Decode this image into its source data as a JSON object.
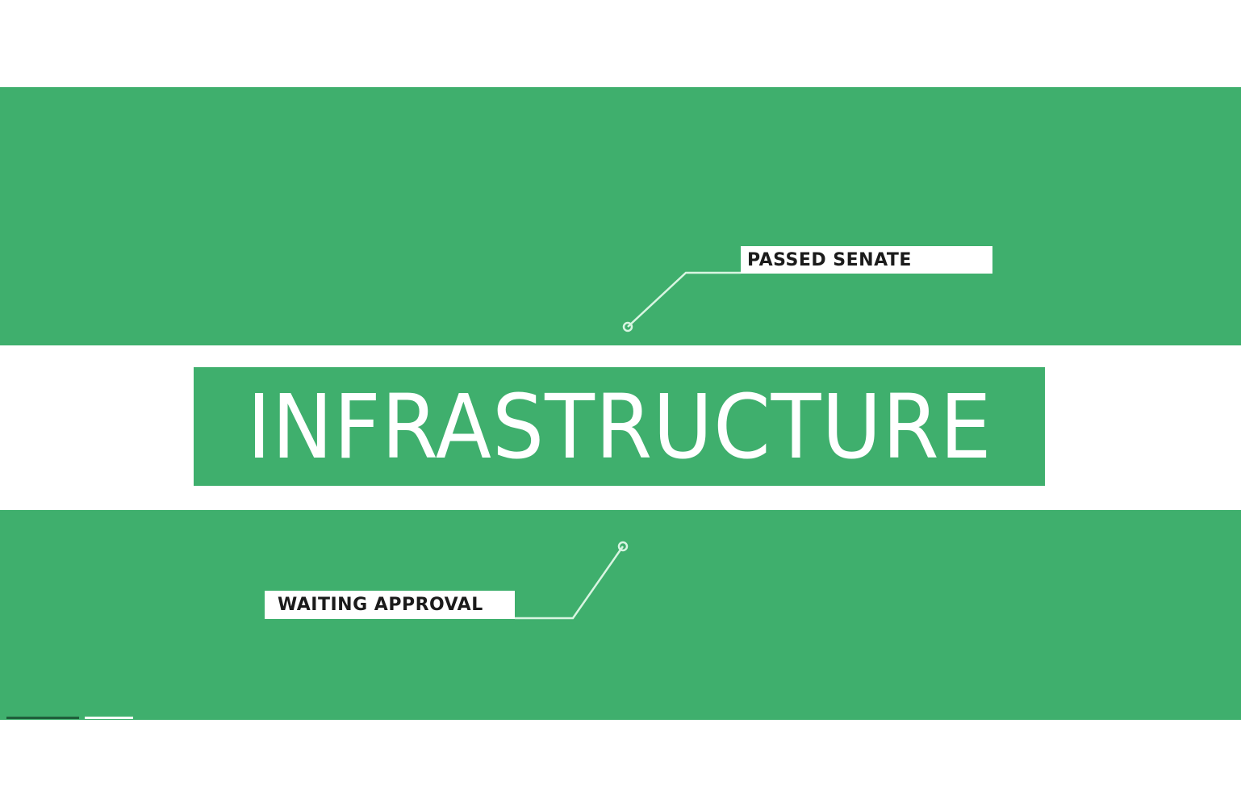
{
  "slide": {
    "title": "INFRASTRUCTURE",
    "callouts": [
      {
        "label": "PASSED SENATE",
        "position": "upper-right"
      },
      {
        "label": "WAITING APPROVAL",
        "position": "lower-left"
      }
    ]
  },
  "colors": {
    "brand_green": "#3faf6d",
    "background": "#ffffff",
    "label_text": "#1b1b1b"
  }
}
